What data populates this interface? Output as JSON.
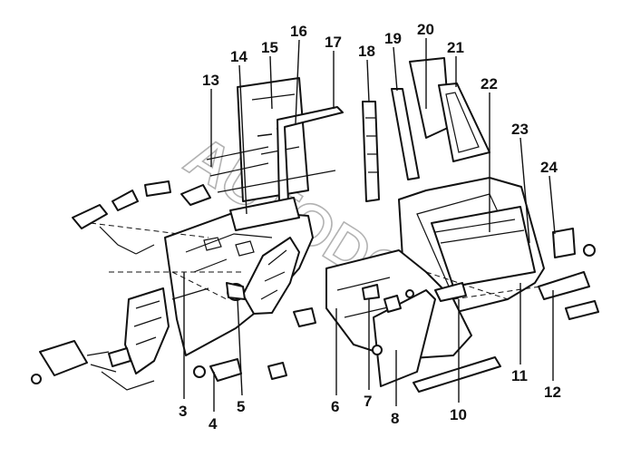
{
  "diagram": {
    "watermark": "AUTODOC",
    "callouts": [
      {
        "id": "c1",
        "text": "3"
      },
      {
        "id": "c2",
        "text": "4"
      },
      {
        "id": "c3",
        "text": "5"
      },
      {
        "id": "c4",
        "text": "6"
      },
      {
        "id": "c5",
        "text": "7"
      },
      {
        "id": "c6",
        "text": "8"
      },
      {
        "id": "c7",
        "text": "10"
      },
      {
        "id": "c8",
        "text": "11"
      },
      {
        "id": "c9",
        "text": "12"
      },
      {
        "id": "c10",
        "text": "13"
      },
      {
        "id": "c11",
        "text": "14"
      },
      {
        "id": "c12",
        "text": "15"
      },
      {
        "id": "c13",
        "text": "16"
      },
      {
        "id": "c14",
        "text": "17"
      },
      {
        "id": "c15",
        "text": "18"
      },
      {
        "id": "c16",
        "text": "19"
      },
      {
        "id": "c17",
        "text": "20"
      },
      {
        "id": "c18",
        "text": "21"
      },
      {
        "id": "c19",
        "text": "22"
      },
      {
        "id": "c20",
        "text": "23"
      },
      {
        "id": "c21",
        "text": "24"
      }
    ]
  }
}
